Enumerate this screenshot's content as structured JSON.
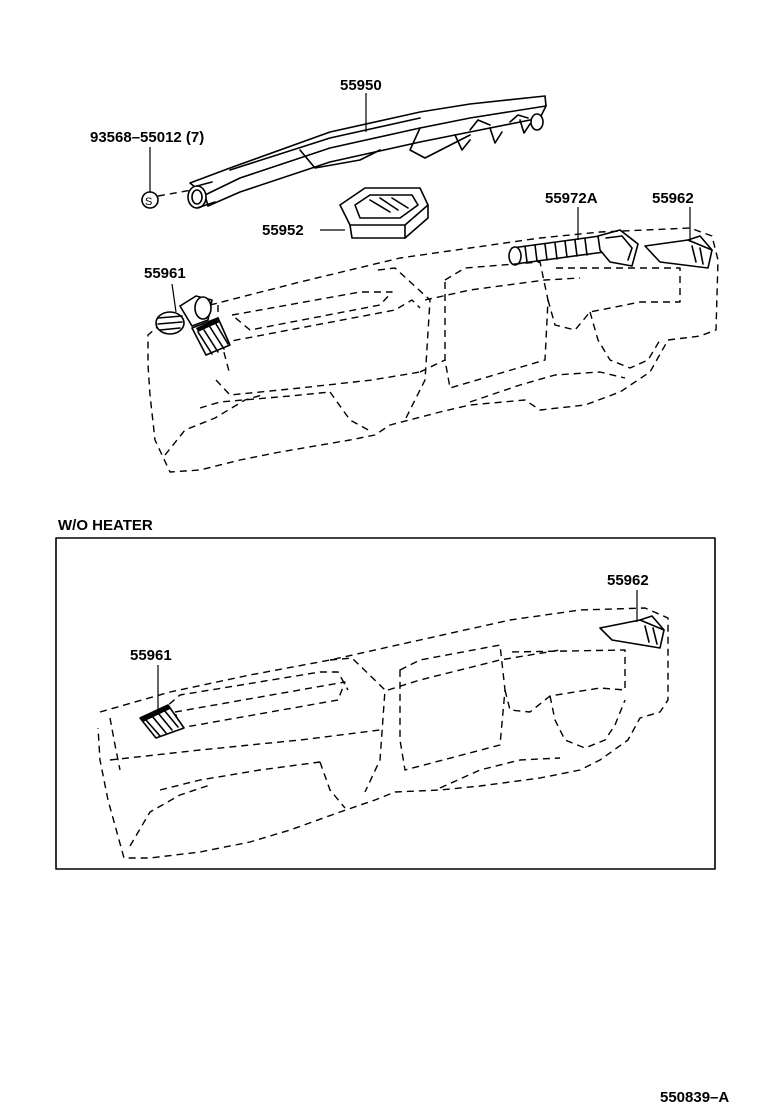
{
  "labels": {
    "p55950": "55950",
    "p93568": "93568–55012 (7)",
    "p55952": "55952",
    "p55972a": "55972A",
    "p55962_top": "55962",
    "p55961_top": "55961",
    "section_title": "W/O  HEATER",
    "p55962_bottom": "55962",
    "p55961_bottom": "55961",
    "figure_code": "550839–A",
    "s_symbol": "S"
  }
}
